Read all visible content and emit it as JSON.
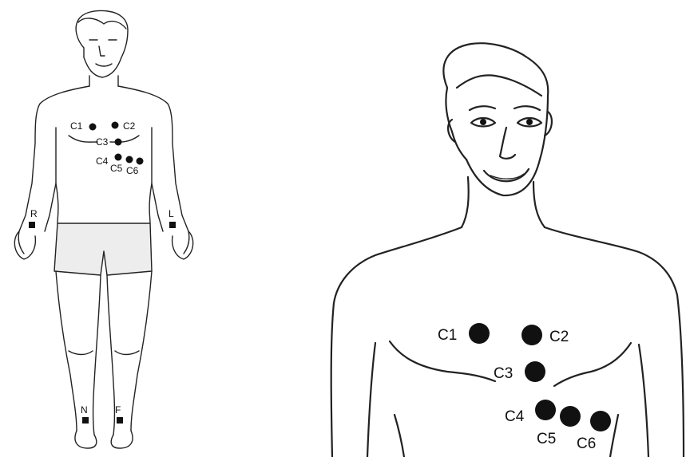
{
  "figure": {
    "small_body": {
      "precordial_leads": [
        "C1",
        "C2",
        "C3",
        "C4",
        "C5",
        "C6"
      ],
      "limb_leads": [
        "R",
        "L",
        "N",
        "F"
      ]
    },
    "large_torso": {
      "precordial_leads": [
        "C1",
        "C2",
        "C3",
        "C4",
        "C5",
        "C6"
      ]
    }
  },
  "colors": {
    "line": "#222222",
    "electrode": "#111111",
    "background": "#ffffff"
  }
}
